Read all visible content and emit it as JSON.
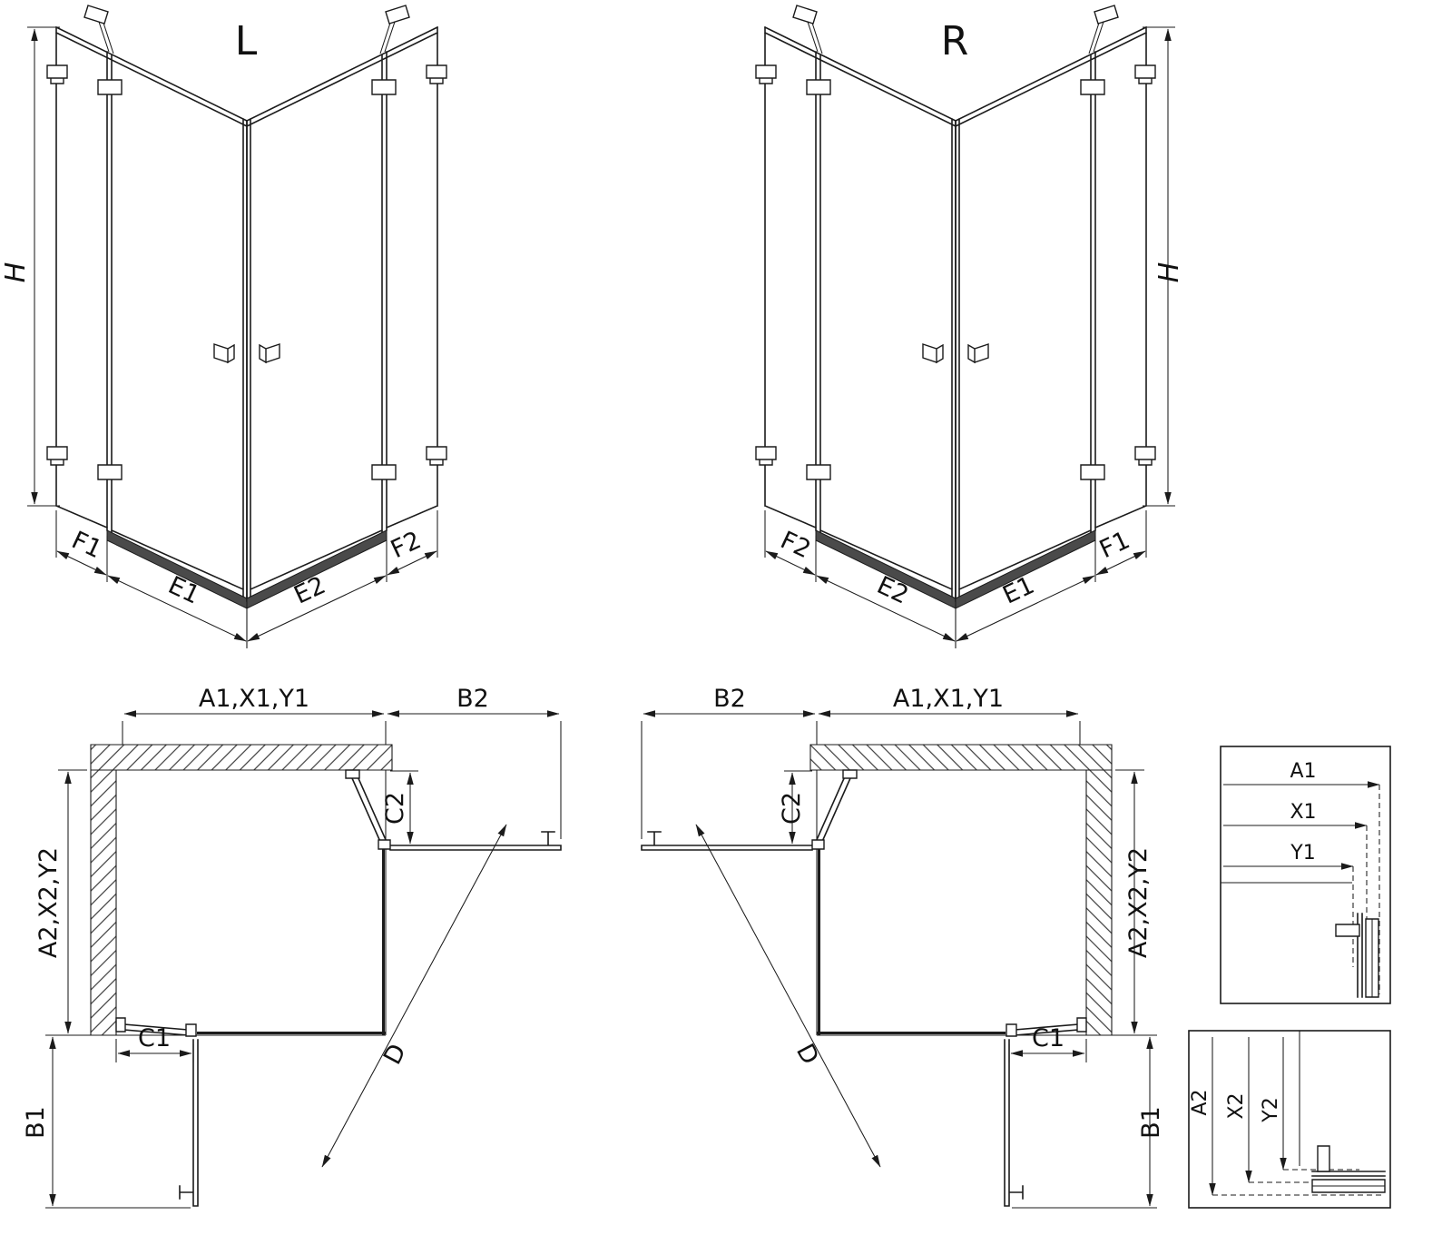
{
  "drawing": {
    "variant_left": "L",
    "variant_right": "R",
    "iso": {
      "height": "H",
      "f1": "F1",
      "e1": "E1",
      "e2": "E2",
      "f2": "F2"
    },
    "plan": {
      "top_width": "A1,X1,Y1",
      "door_top": "B2",
      "side_height": "A2,X2,Y2",
      "pivot_top": "C2",
      "pivot_bottom": "C1",
      "door_bottom": "B1",
      "diagonal": "D"
    },
    "detail_top": {
      "a1": "A1",
      "x1": "X1",
      "y1": "Y1"
    },
    "detail_bottom": {
      "a2": "A2",
      "x2": "X2",
      "y2": "Y2"
    }
  },
  "colors": {
    "line": "#1b1b1b",
    "background": "#ffffff"
  }
}
